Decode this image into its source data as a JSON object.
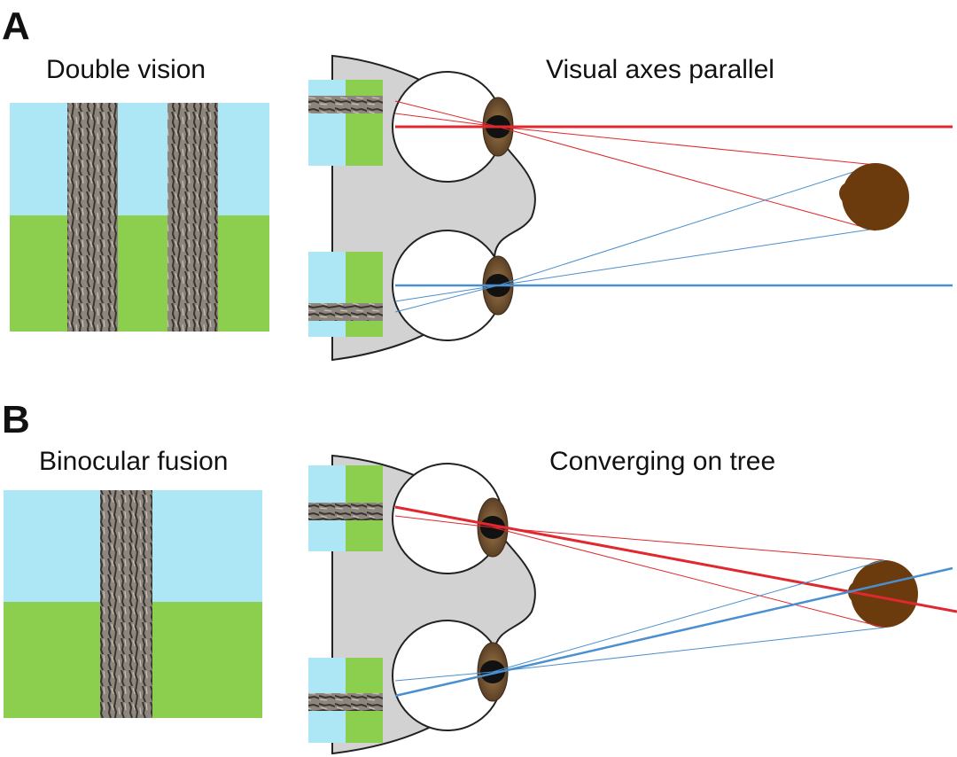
{
  "panels": [
    {
      "letter": "A",
      "left_title": "Double vision",
      "right_title": "Visual axes parallel"
    },
    {
      "letter": "B",
      "left_title": "Binocular fusion",
      "right_title": "Converging on tree"
    }
  ],
  "colors": {
    "sky": "#ade6f5",
    "grass": "#8ccf4e",
    "head": "#d3d2d3",
    "tree": "#6b3a0d",
    "pupil": "#111111",
    "iris": "#7a5a35",
    "red_ray": "#e0282e",
    "blue_ray": "#4a8fcf",
    "bark_dark": "#3f3a35",
    "bark_light": "#9a938b"
  }
}
